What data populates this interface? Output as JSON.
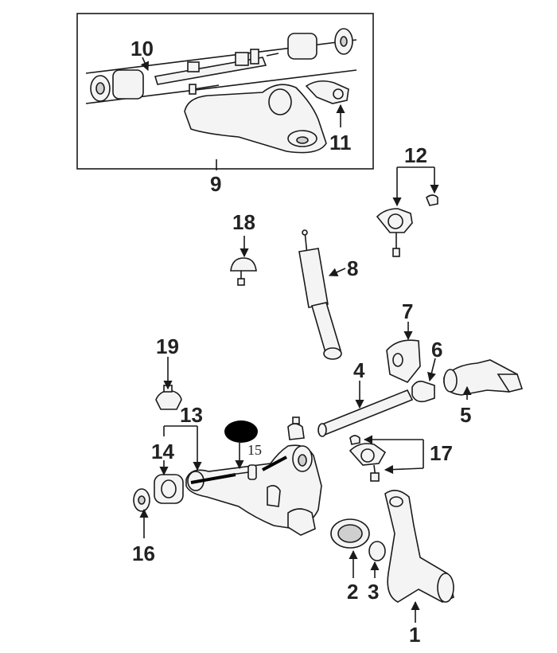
{
  "callouts": {
    "n1": "1",
    "n2": "2",
    "n3": "3",
    "n4": "4",
    "n5": "5",
    "n6": "6",
    "n7": "7",
    "n8": "8",
    "n9": "9",
    "n10": "10",
    "n11": "11",
    "n12": "12",
    "n13": "13",
    "n14": "14",
    "n15": "15",
    "n16": "16",
    "n17": "17",
    "n18": "18",
    "n19": "19"
  },
  "colors": {
    "ink": "#1a1a1a",
    "fill": "#f4f4f4",
    "shade": "#cfcfcf",
    "redaction": "#000000"
  }
}
